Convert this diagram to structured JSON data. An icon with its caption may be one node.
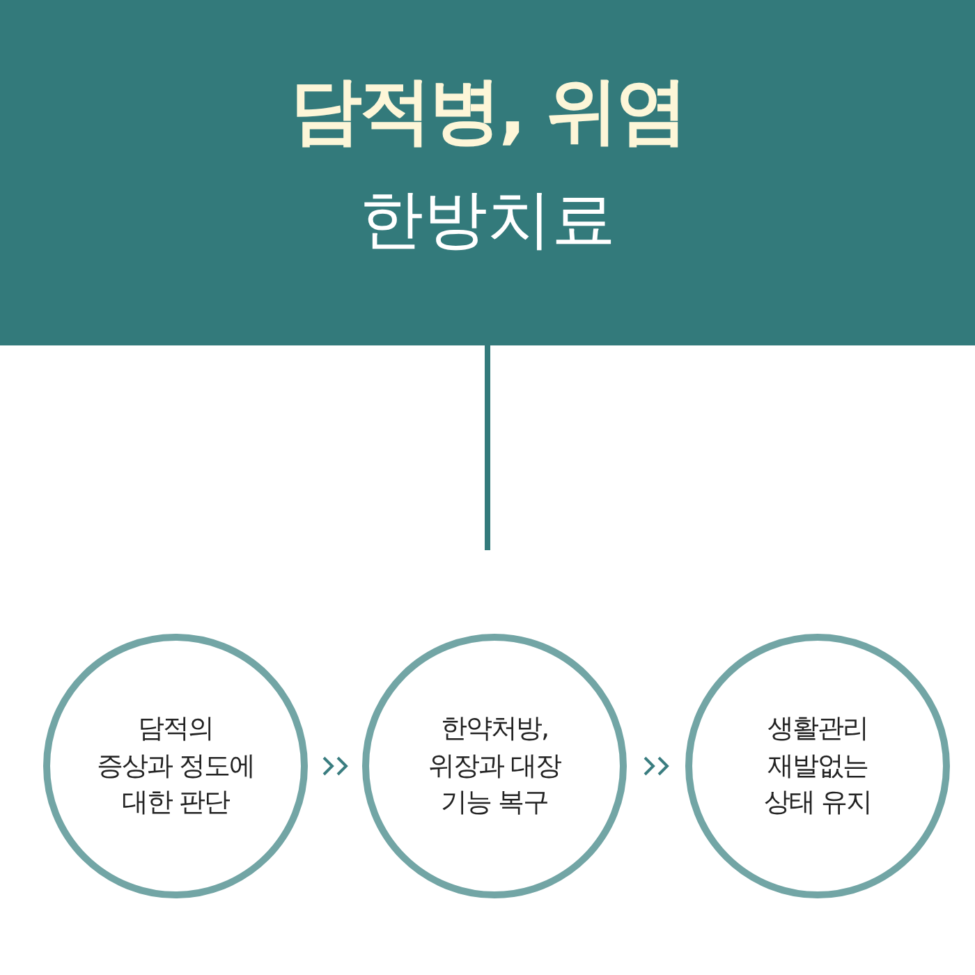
{
  "diagram": {
    "nodes": [
      {
        "text": [
          "담적병, 위염",
          "한방치료"
        ]
      },
      {
        "text": [
          "담적의 증상과 정도에 대한 판단"
        ]
      },
      {
        "text": [
          "한약처방, 위장과 대장 기능 복구"
        ]
      },
      {
        "text": [
          "생활관리 재발없는 상태 유지"
        ]
      }
    ],
    "edges": [
      {
        "from": 0,
        "to": null,
        "arrow": "none",
        "style": "thick"
      },
      {
        "from": 1,
        "to": 2,
        "arrow": "to"
      },
      {
        "from": 2,
        "to": 3,
        "arrow": "to"
      }
    ]
  }
}
